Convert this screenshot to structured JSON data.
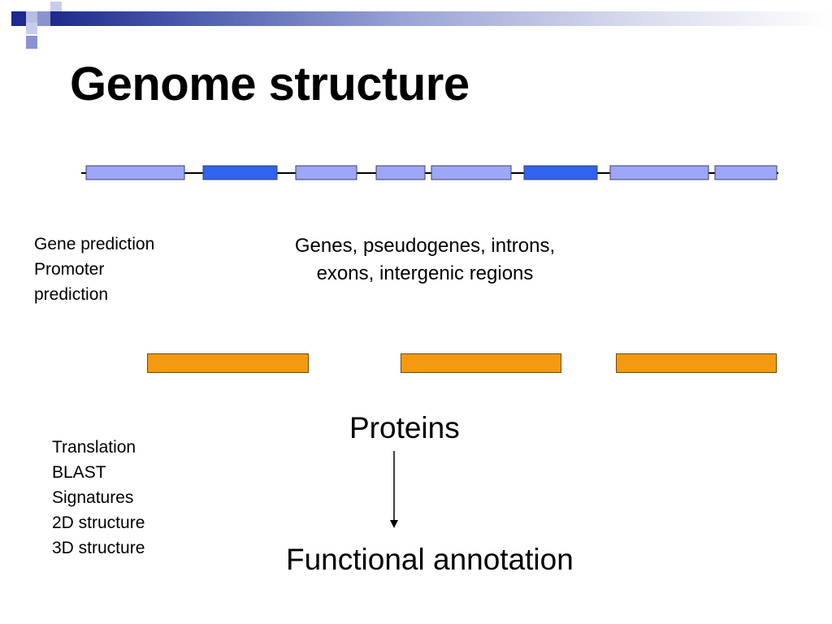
{
  "title": "Genome structure",
  "colors": {
    "exon_light": "#9da6f7",
    "exon_dark": "#2f63f0",
    "protein": "#f59a10",
    "title_bar_dark": "#1e2a8c"
  },
  "genome": {
    "segments": [
      {
        "shade": "light"
      },
      {
        "shade": "dark"
      },
      {
        "shade": "light"
      },
      {
        "shade": "light"
      },
      {
        "shade": "light"
      },
      {
        "shade": "dark"
      },
      {
        "shade": "light"
      },
      {
        "shade": "light"
      }
    ],
    "label_lines": [
      "Genes, pseudogenes, introns,",
      "exons, intergenic regions"
    ]
  },
  "gene_methods": [
    "Gene prediction",
    "Promoter",
    "prediction"
  ],
  "proteins": {
    "label": "Proteins",
    "count": 3
  },
  "protein_methods": [
    "Translation",
    "BLAST",
    "Signatures",
    "2D structure",
    "3D structure"
  ],
  "annotation_label": "Functional annotation"
}
